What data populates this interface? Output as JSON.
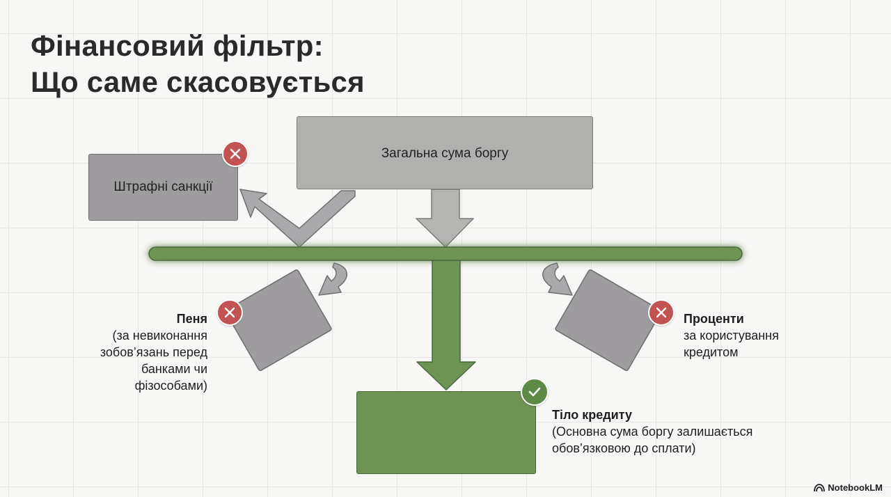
{
  "title": {
    "line1": "Фінансовий фільтр:",
    "line2": "Що саме скасовується"
  },
  "nodes": {
    "total": {
      "label": "Загальна сума боргу"
    },
    "penalties": {
      "label": "Штрафні санкції",
      "status": "cancelled"
    },
    "fines": {
      "head": "Пеня",
      "sub": "(за невиконання зобов’язань перед банками чи фізособами)",
      "status": "cancelled"
    },
    "interest": {
      "head": "Проценти",
      "sub": "за користування кредитом",
      "status": "cancelled"
    },
    "principal": {
      "head": "Тіло кредиту",
      "sub": "(Основна сума боргу залишається обов’язковою до сплати)",
      "status": "kept"
    }
  },
  "icons": {
    "cancelled": "close-icon",
    "kept": "check-icon",
    "brand": "notebooklm-logo-icon"
  },
  "colors": {
    "cancelled_badge": "#c25353",
    "kept_badge": "#5f8a45",
    "filter_bar": "#6e9353",
    "removed_box": "#9e9c9f"
  },
  "brand": {
    "name": "NotebookLM"
  }
}
